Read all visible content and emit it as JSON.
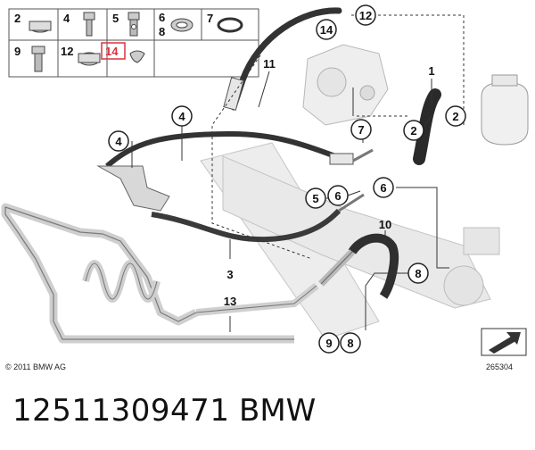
{
  "legend_items": [
    {
      "num": "2",
      "icon": "clamp"
    },
    {
      "num": "4",
      "icon": "bolt"
    },
    {
      "num": "5",
      "icon": "banjo-bolt"
    },
    {
      "num": "6\n8",
      "icon": "seal-ring"
    },
    {
      "num": "7",
      "icon": "o-ring"
    },
    {
      "num": "9",
      "icon": "hollow-screw"
    },
    {
      "num": "12",
      "icon": "hose-clamp"
    },
    {
      "num": "14",
      "icon": "clip",
      "highlight": true
    }
  ],
  "callouts": {
    "c12_top": "12",
    "c14": "14",
    "c11": "11",
    "c1": "1",
    "c2a": "2",
    "c2b": "2",
    "c7": "7",
    "c4a": "4",
    "c4b": "4",
    "c5": "5",
    "c6a": "6",
    "c6b": "6",
    "c10": "10",
    "c8a": "8",
    "c3": "3",
    "c13": "13",
    "c9": "9",
    "c8b": "8"
  },
  "copyright": "© 2011 BMW AG",
  "diagram_id": "265304",
  "part_number": "12511309471",
  "brand": "BMW",
  "accent_highlight": "#d9333f"
}
